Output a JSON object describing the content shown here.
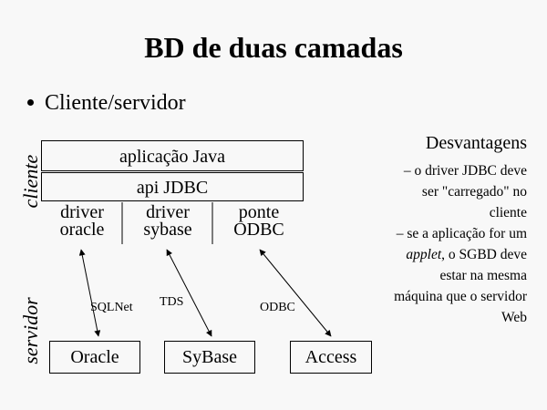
{
  "slide": {
    "title": "BD de duas camadas",
    "bullet": "Cliente/servidor",
    "tier_client": "cliente",
    "tier_server": "servidor"
  },
  "layers": {
    "app": "aplicação Java",
    "api": "api JDBC",
    "driver_oracle_1": "driver",
    "driver_oracle_2": "oracle",
    "driver_sybase_1": "driver",
    "driver_sybase_2": "sybase",
    "bridge_1": "ponte",
    "bridge_2": "ODBC"
  },
  "protocols": {
    "oracle": "SQLNet",
    "sybase": "TDS",
    "access": "ODBC"
  },
  "databases": {
    "oracle": "Oracle",
    "sybase": "SyBase",
    "access": "Access"
  },
  "disadvantages": {
    "heading": "Desvantagens",
    "item1_lines": [
      "– o driver JDBC deve",
      "ser \"carregado\" no",
      "cliente"
    ],
    "item2_line1": "– se a aplicação for um",
    "item2_line2_em": "applet",
    "item2_line2_rest": ", o SGBD deve",
    "item2_lines_rest": [
      "estar na mesma",
      "máquina que o servidor",
      "Web"
    ]
  }
}
